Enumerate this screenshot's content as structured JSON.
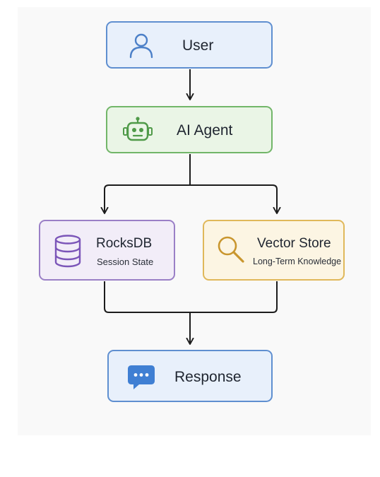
{
  "diagram": {
    "nodes": {
      "user": {
        "title": "User",
        "icon": "user-icon",
        "color": "#5f8fd0"
      },
      "agent": {
        "title": "AI Agent",
        "icon": "robot-icon",
        "color": "#4f9a48"
      },
      "rocksdb": {
        "title": "RocksDB",
        "subtitle": "Session State",
        "icon": "database-icon",
        "color": "#7b55b8"
      },
      "vector_store": {
        "title": "Vector Store",
        "subtitle": "Long-Term Knowledge",
        "icon": "search-icon",
        "color": "#c9962e"
      },
      "response": {
        "title": "Response",
        "icon": "chat-bubble-icon",
        "color": "#3f7fd3"
      }
    },
    "edges": [
      {
        "from": "User",
        "to": "AI Agent"
      },
      {
        "from": "AI Agent",
        "to": "RocksDB"
      },
      {
        "from": "AI Agent",
        "to": "Vector Store"
      },
      {
        "from": "RocksDB",
        "to": "Response"
      },
      {
        "from": "Vector Store",
        "to": "Response"
      }
    ]
  }
}
